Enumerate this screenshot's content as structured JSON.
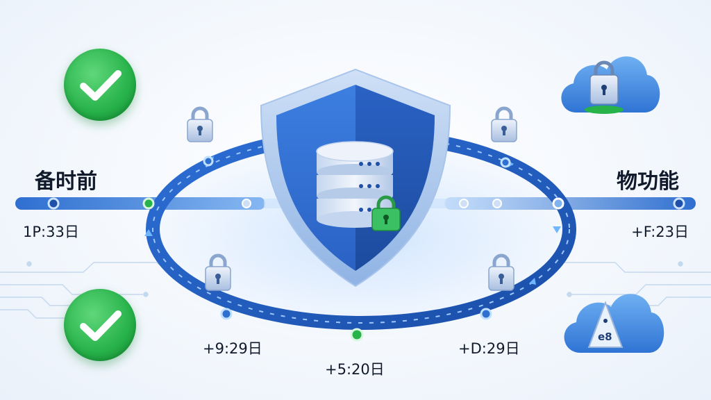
{
  "labels": {
    "left_title": "备时前",
    "right_title": "物功能",
    "left_time": "1P:33日",
    "right_time": "+F:23日",
    "bottom_left_time": "+9:29日",
    "bottom_center_time": "+5:20日",
    "bottom_right_time": "+D:29日"
  },
  "cloud_badge": "e8",
  "icons": {
    "status_top": "check-circle-icon",
    "status_bottom": "check-circle-icon",
    "center": "shield-database-lock-icon",
    "top_right": "cloud-lock-icon",
    "bottom_right": "cloud-warning-icon",
    "ring_items": "padlock-icon"
  },
  "colors": {
    "primary_blue": "#2f6fd0",
    "dark_blue": "#1f4fa8",
    "light_blue": "#7fb2ee",
    "success_green": "#27b24a",
    "background": "#f4f8fd"
  }
}
